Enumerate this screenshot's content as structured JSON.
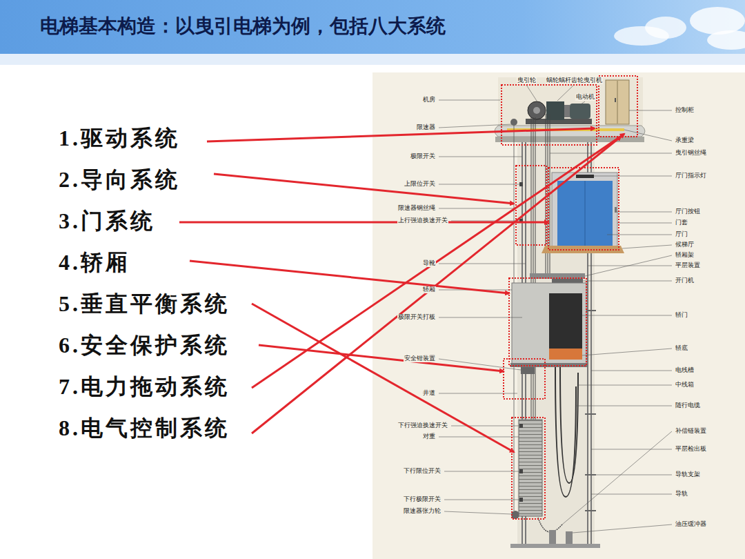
{
  "diagram": {
    "title": "电梯基本构造：以曳引电梯为例，包括八大系统",
    "labels": [
      "1.驱动系统",
      "2.导向系统",
      "3.门系统",
      "4.轿厢",
      "5.垂直平衡系统",
      "6.安全保护系统",
      "7.电力拖动系统",
      "8.电气控制系统",
      "曳引轮",
      "蜗轮蜗杆齿轮曳引机",
      "电动机",
      "机房",
      "控制柜",
      "限速器",
      "承重梁",
      "曳引钢丝绳",
      "极限开关",
      "厅门指示灯",
      "上限位开关",
      "限速器钢丝绳",
      "厅门按钮",
      "上行强迫换速开关",
      "门套",
      "厅门",
      "候梯厅",
      "轿厢架",
      "导靴",
      "平层装置",
      "开门机",
      "轿厢",
      "极限开关打板",
      "轿门",
      "轿底",
      "安全钳装置",
      "电线槽",
      "中线箱",
      "井道",
      "随行电缆",
      "下行强迫换速开关",
      "补偿链装置",
      "对重",
      "平层检出板",
      "下行限位开关",
      "导轨支架",
      "导轨",
      "下行极限开关",
      "限速器张力轮",
      "油压缓冲器"
    ]
  }
}
